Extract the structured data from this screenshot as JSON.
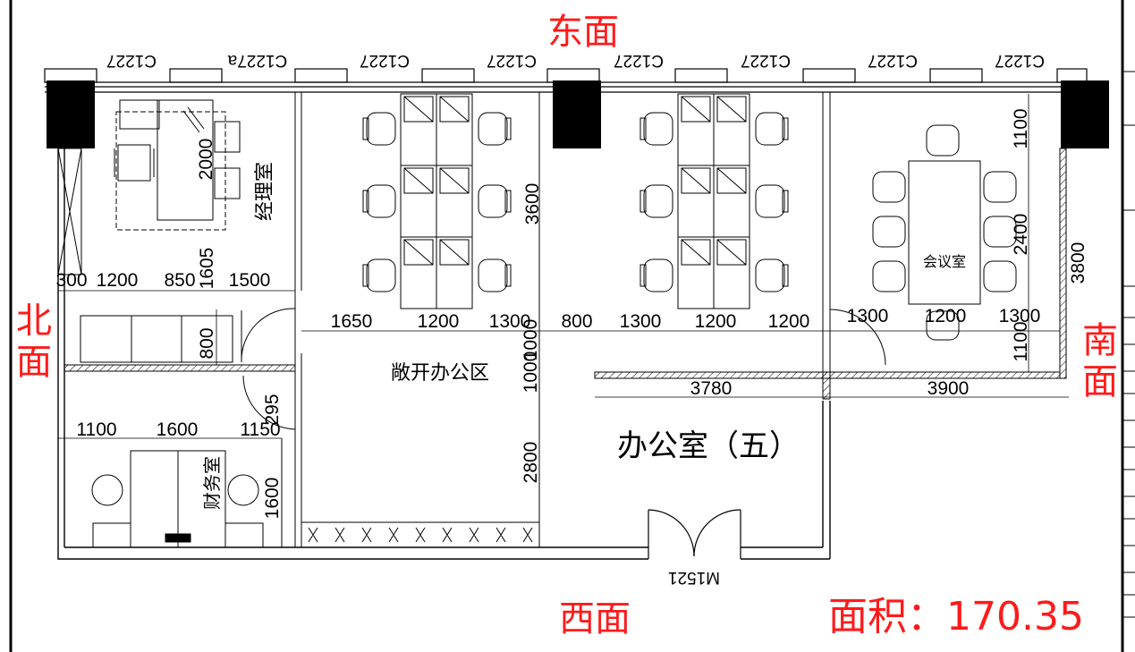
{
  "directions": {
    "east": "东面",
    "west": "西面",
    "north": "北面",
    "south": "南面"
  },
  "area": {
    "label": "面积：",
    "value": "170.35"
  },
  "title": "办公室（五）",
  "rooms": {
    "manager": "经理室",
    "finance": "财务室",
    "open_office": "敞开办公区",
    "meeting": "会议室"
  },
  "windows": [
    "C1227",
    "C1227a",
    "C1227",
    "C1227",
    "C1227",
    "C1227",
    "C1227",
    "C1227"
  ],
  "door": "M1521",
  "dimensions": {
    "row1": [
      "300",
      "1200",
      "850",
      "1605",
      "1500"
    ],
    "row2": [
      "1650",
      "1200",
      "1300",
      "800",
      "1300",
      "1200",
      "1200",
      "1300",
      "1200",
      "1300"
    ],
    "row3": [
      "1100",
      "1600",
      "1150"
    ],
    "row4": [
      "3780",
      "3900"
    ],
    "vertical": [
      "2000",
      "3600",
      "800",
      "1000",
      "1000",
      "2800",
      "295",
      "1600",
      "1100",
      "2400",
      "1100",
      "3800"
    ]
  },
  "colors": {
    "annotation": "#ff1a1a",
    "lines": "#000000",
    "columns": "#000000"
  }
}
